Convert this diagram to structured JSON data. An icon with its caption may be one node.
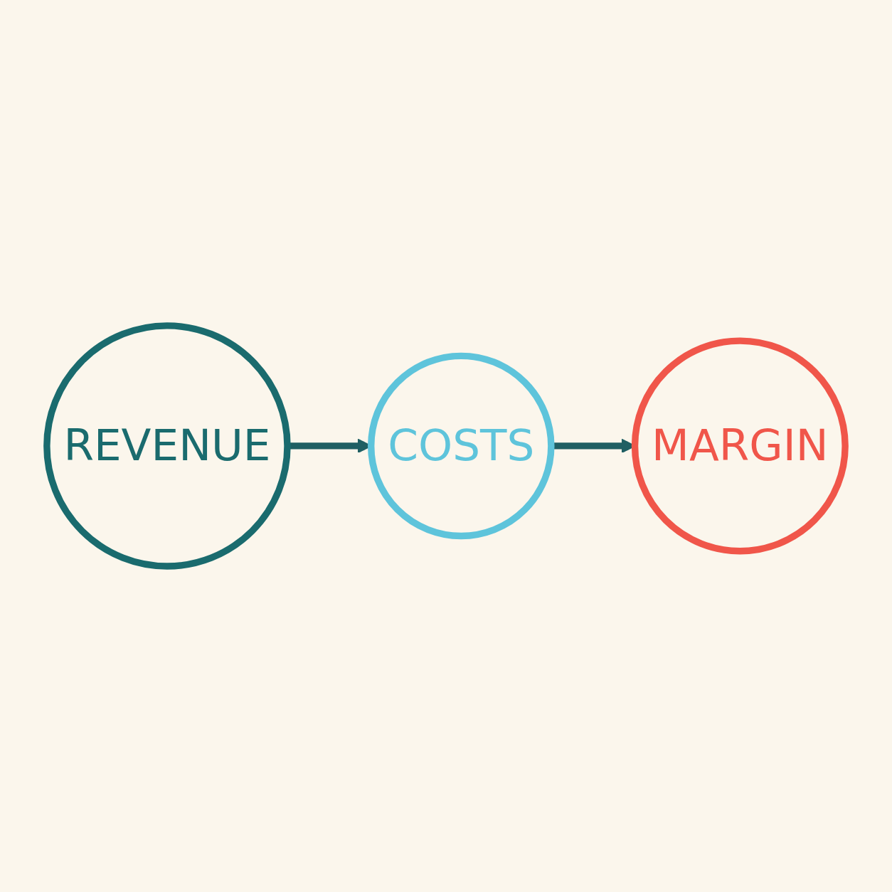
{
  "diagram": {
    "nodes": [
      {
        "text": [
          "REVENUE"
        ]
      },
      {
        "text": [
          "COSTS"
        ]
      },
      {
        "text": [
          "MARGIN"
        ]
      }
    ],
    "edges": [
      {
        "from": 0,
        "to": 1,
        "arrow": "to"
      },
      {
        "from": 1,
        "to": 2,
        "arrow": "to"
      }
    ]
  }
}
